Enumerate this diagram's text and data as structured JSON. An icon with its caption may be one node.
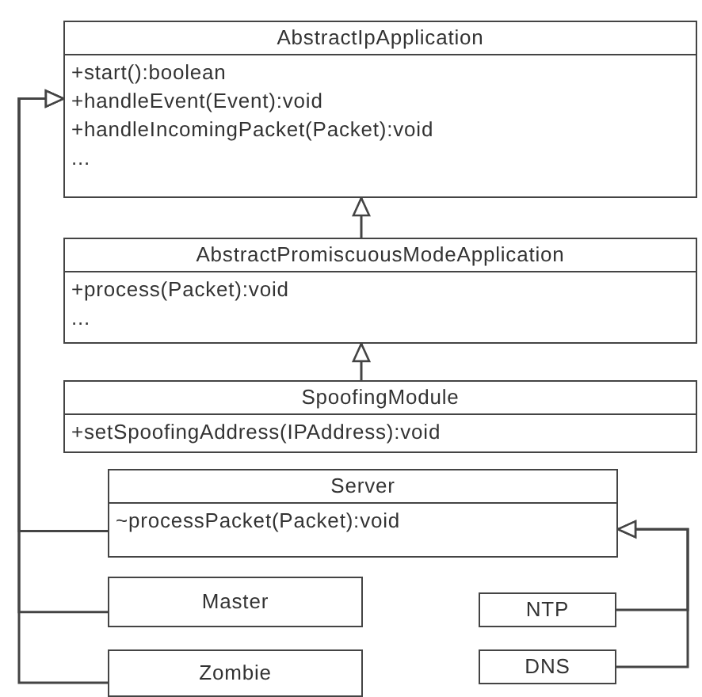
{
  "diagram": {
    "nodes": [
      {
        "text": [
          "AbstractIpApplication",
          "+start():boolean",
          "+handleEvent(Event):void",
          "+handleIncomingPacket(Packet):void",
          "..."
        ]
      },
      {
        "text": [
          "AbstractPromiscuousModeApplication",
          "+process(Packet):void",
          "..."
        ]
      },
      {
        "text": [
          "SpoofingModule",
          "+setSpoofingAddress(IPAddress):void"
        ]
      },
      {
        "text": [
          "Server",
          "~processPacket(Packet):void"
        ]
      },
      {
        "text": [
          "Master"
        ]
      },
      {
        "text": [
          "Zombie"
        ]
      },
      {
        "text": [
          "NTP"
        ]
      },
      {
        "text": [
          "DNS"
        ]
      }
    ],
    "edges": [
      {
        "from": 1,
        "to": 0,
        "arrow": "to"
      },
      {
        "from": 2,
        "to": 1,
        "arrow": "to"
      },
      {
        "from": 3,
        "to": 0,
        "arrow": "to"
      },
      {
        "from": 4,
        "to": 0,
        "arrow": "to"
      },
      {
        "from": 5,
        "to": 0,
        "arrow": "to"
      },
      {
        "from": 6,
        "to": 3,
        "arrow": "to"
      },
      {
        "from": 7,
        "to": 3,
        "arrow": "to"
      }
    ]
  }
}
